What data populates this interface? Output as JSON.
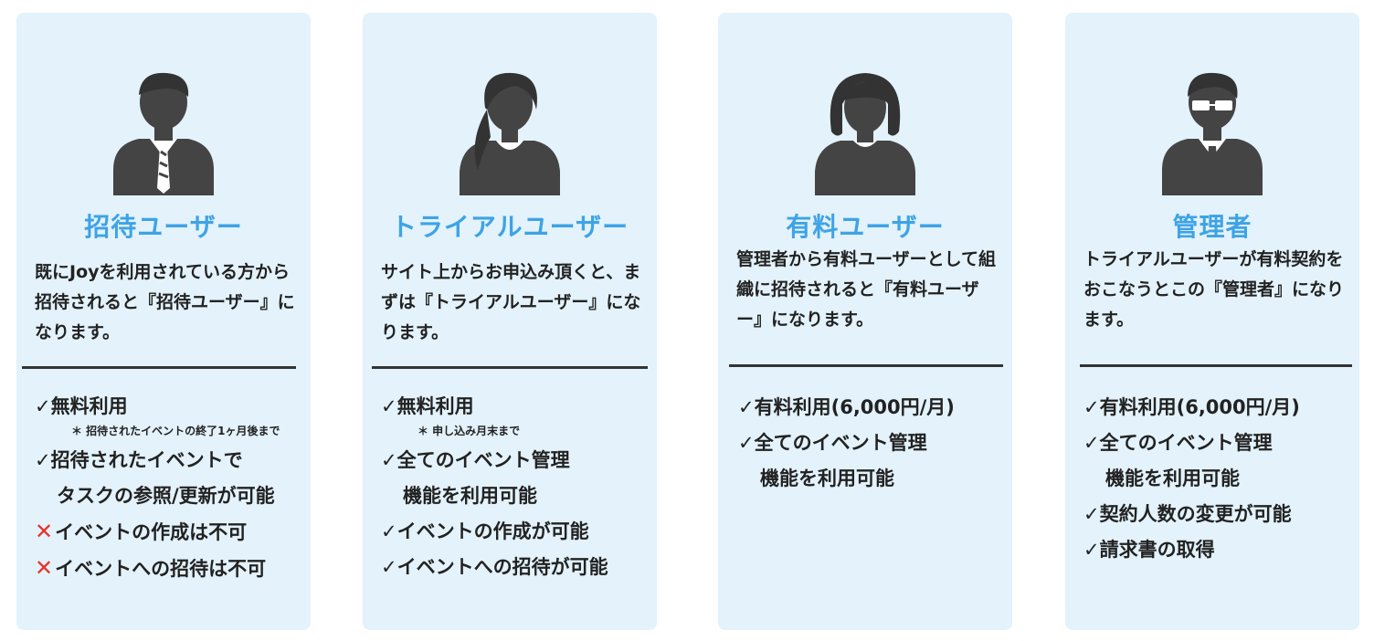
{
  "cards": [
    {
      "title": "招待ユーザー",
      "description": "既にJoyを利用されている方から招待されると『招待ユーザー』になります。",
      "features": [
        {
          "mark": "✓",
          "text": "無料利用"
        },
        {
          "note": "＊ 招待されたイベントの終了1ヶ月後まで"
        },
        {
          "mark": "✓",
          "text": "招待されたイベントで"
        },
        {
          "mark": "",
          "text": "タスクの参照/更新が可能"
        },
        {
          "mark": "✕",
          "text": "イベントの作成は不可"
        },
        {
          "mark": "✕",
          "text": "イベントへの招待は不可"
        }
      ]
    },
    {
      "title": "トライアルユーザー",
      "description": "サイト上からお申込み頂くと、まずは『トライアルユーザー』になります。",
      "features": [
        {
          "mark": "✓",
          "text": "無料利用"
        },
        {
          "note": "＊ 申し込み月末まで"
        },
        {
          "mark": "✓",
          "text": "全てのイベント管理"
        },
        {
          "mark": "",
          "text": "機能を利用可能"
        },
        {
          "mark": "✓",
          "text": "イベントの作成が可能"
        },
        {
          "mark": "✓",
          "text": "イベントへの招待が可能"
        }
      ]
    },
    {
      "title": "有料ユーザー",
      "description": "管理者から有料ユーザーとして組織に招待されると『有料ユーザー』になります。",
      "features": [
        {
          "mark": "✓",
          "text": "有料利用(6,000円/月)"
        },
        {
          "mark": "✓",
          "text": "全てのイベント管理"
        },
        {
          "mark": "",
          "text": "機能を利用可能"
        }
      ]
    },
    {
      "title": "管理者",
      "description": "トライアルユーザーが有料契約をおこなうとこの『管理者』になります。",
      "features": [
        {
          "mark": "✓",
          "text": "有料利用(6,000円/月)"
        },
        {
          "mark": "✓",
          "text": "全てのイベント管理"
        },
        {
          "mark": "",
          "text": "機能を利用可能"
        },
        {
          "mark": "✓",
          "text": "契約人数の変更が可能"
        },
        {
          "mark": "✓",
          "text": "請求書の取得"
        }
      ]
    }
  ],
  "icons": [
    "business-man-icon",
    "ponytail-woman-icon",
    "bob-hair-woman-icon",
    "glasses-man-icon"
  ],
  "colors": {
    "card_bg": "#e3f2fb",
    "title": "#3ea3e6",
    "text": "#222222",
    "cross": "#e8312a",
    "icon": "#444444"
  }
}
